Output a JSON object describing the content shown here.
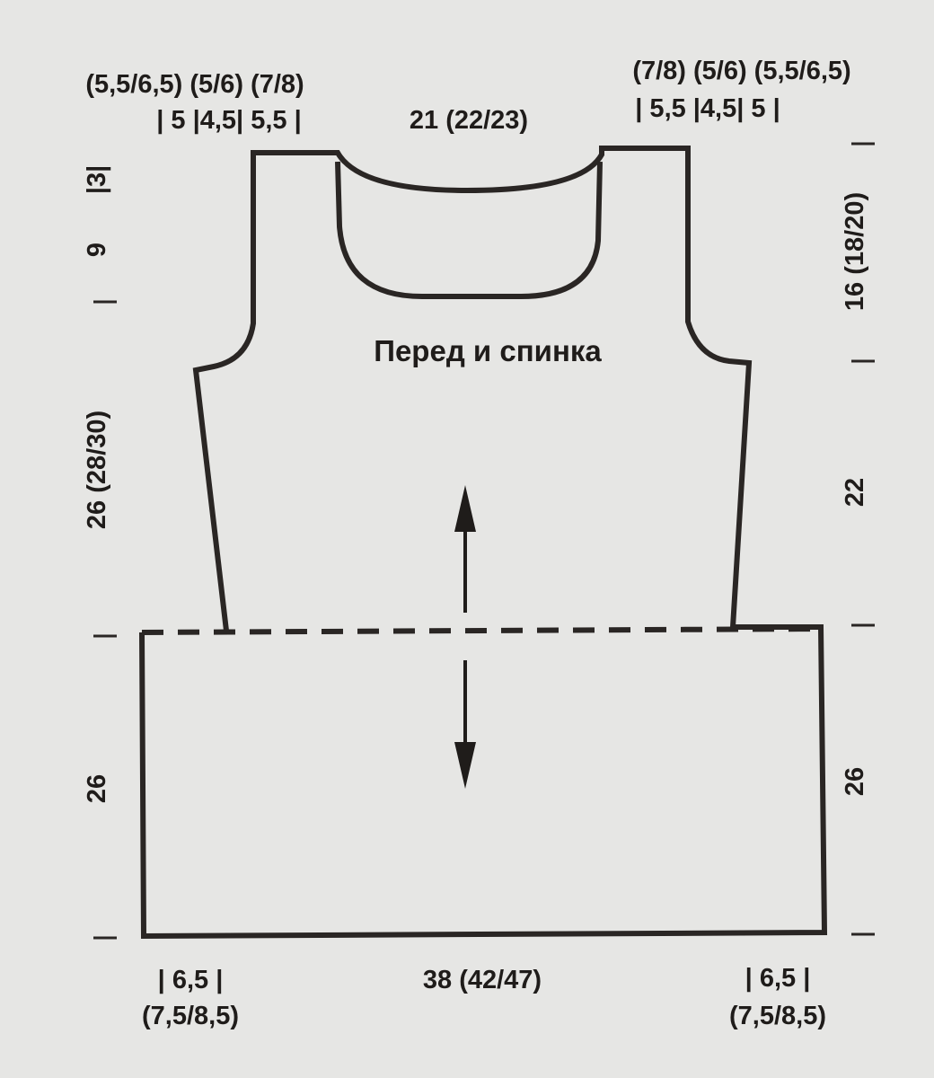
{
  "diagram": {
    "title": "Перед и спинка",
    "top_left": {
      "sizes": "(5,5/6,5) (5/6) (7/8)",
      "segments": "| 5 |4,5| 5,5 |"
    },
    "top_center": "21 (22/23)",
    "top_right": {
      "sizes": "(7/8) (5/6) (5,5/6,5)",
      "segments": "| 5,5 |4,5| 5 |"
    },
    "left": {
      "neck_top": "|3|",
      "neck_depth": "9",
      "armhole": "26 (28/30)",
      "hem": "26"
    },
    "right": {
      "armhole": "16 (18/20)",
      "side": "22",
      "hem": "26"
    },
    "bottom_left": {
      "value": "| 6,5 |",
      "sizes": "(7,5/8,5)"
    },
    "bottom_center": "38 (42/47)",
    "bottom_right": {
      "value": "| 6,5 |",
      "sizes": "(7,5/8,5)"
    }
  }
}
